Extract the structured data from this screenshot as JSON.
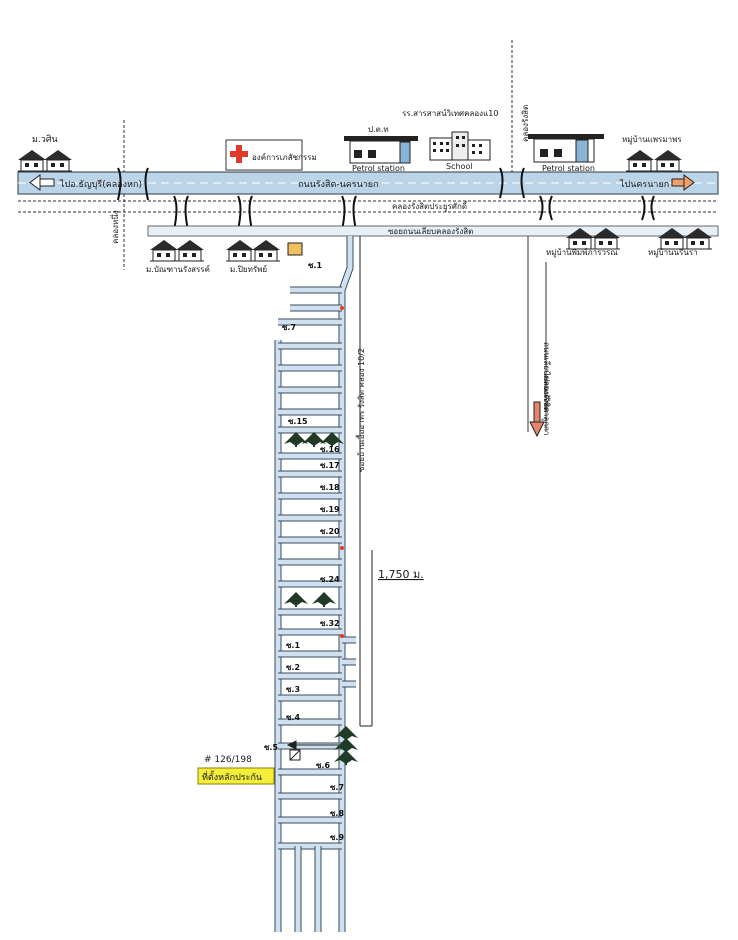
{
  "main_road": {
    "label": "ถนนรังสิต-นครนายก",
    "left_direction": "ไปอ.ธัญบุรี(คลองหก)",
    "right_direction": "ไปนครนายก"
  },
  "canal": {
    "label": "คลองรังสิตประยูรศักดิ์"
  },
  "frontage_road": {
    "label": "ซอยถนนเลียบคลองรังสิต"
  },
  "landmarks": {
    "village_top_left": "ม.วศิน",
    "agri_office": "องค์การเภสัชกรรม",
    "ptt": "ป.ต.ท",
    "petrol_left": "Petrol station",
    "school_name": "รร.สารสาสน์วิเทศคลองแ10",
    "school": "School",
    "petrol_right": "Petrol station",
    "village_top_right": "หมู่บ้านแพรมาพร",
    "canal_vertical_left": "คลองหนึ่ง",
    "canal_vertical_right": "คลองรังสิต",
    "village_bl1": "ม.บัณฑานรังสรรค์",
    "village_bl2": "ม.ปิยทรัพย์",
    "village_br1": "หมู่บ้านพิมพ์ภารวรณ",
    "village_br2": "หมู่บ้านนรินรา",
    "road_right_vertical": "ถนนเลียบคลองรังสิต",
    "road_right_end": "ไปถนนรัชดาลูกกา",
    "alley_main": "ซอยบ้านเอื้ออาทร รังสิต คลอง 10/2",
    "distance": "1,750 ม.",
    "house_number": "# 126/198",
    "site_label": "ที่ตั้งหลักประกัน"
  },
  "sois": {
    "s1": "ซ.1",
    "s7": "ซ.7",
    "s15": "ซ.15",
    "s16": "ซ.16",
    "s17": "ซ.17",
    "s18": "ซ.18",
    "s19": "ซ.19",
    "s20": "ซ.20",
    "s24": "ซ.24",
    "s32": "ซ.32",
    "b1": "ซ.1",
    "b2": "ซ.2",
    "b3": "ซ.3",
    "b4": "ซ.4",
    "b5": "ซ.5",
    "b6": "ซ.6",
    "b7": "ซ.7",
    "b8": "ซ.8",
    "b9": "ซ.9"
  },
  "colors": {
    "road": "#bcd4e8",
    "highlight": "#f2ee3a",
    "red_cross": "#e23a2a"
  },
  "icons": [
    "house-icon",
    "red-cross-icon",
    "petrol-station-icon",
    "school-icon",
    "tree-icon",
    "arrow-left-icon",
    "arrow-right-icon",
    "arrow-down-icon"
  ]
}
